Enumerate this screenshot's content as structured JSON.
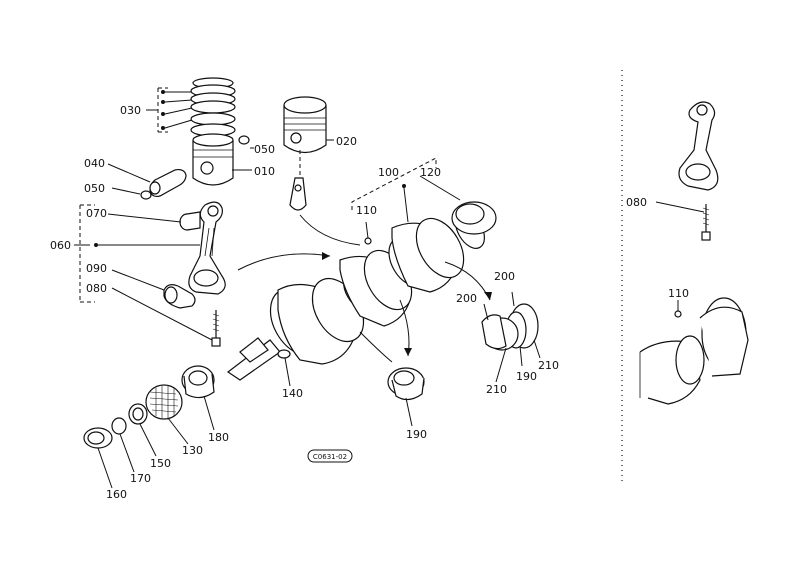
{
  "diagram": {
    "labels": {
      "l030": "030",
      "l020": "020",
      "l050a": "050",
      "l010": "010",
      "l040": "040",
      "l050b": "050",
      "l070": "070",
      "l060": "060",
      "l090": "090",
      "l080": "080",
      "l100": "100",
      "l120": "120",
      "l110": "110",
      "l200a": "200",
      "l200b": "200",
      "l210a": "210",
      "l190a": "190",
      "l210b": "210",
      "l140": "140",
      "l190b": "190",
      "l180": "180",
      "l130": "130",
      "l150": "150",
      "l170": "170",
      "l160": "160",
      "l080r": "080",
      "l110r": "110"
    },
    "code_tag": "C0631-02"
  }
}
